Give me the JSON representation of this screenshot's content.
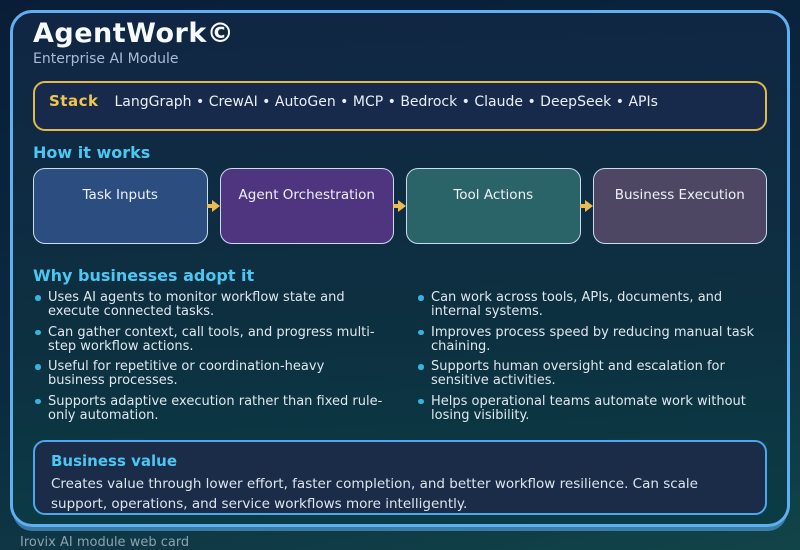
{
  "header": {
    "title": "AgentWork©",
    "subtitle": "Enterprise AI Module"
  },
  "stack": {
    "label": "Stack",
    "items": "LangGraph • CrewAI • AutoGen • MCP • Bedrock • Claude • DeepSeek • APIs"
  },
  "how_it_works": {
    "heading": "How it works",
    "steps": [
      {
        "label": "Task Inputs",
        "color": "#2b4d80"
      },
      {
        "label": "Agent Orchestration",
        "color": "#4f3580"
      },
      {
        "label": "Tool Actions",
        "color": "#2a6468"
      },
      {
        "label": "Business Execution",
        "color": "#4d4763"
      }
    ]
  },
  "why_adopt": {
    "heading": "Why businesses adopt it",
    "left_bullets": [
      "Uses AI agents to monitor workflow state and execute connected tasks.",
      "Can gather context, call tools, and progress multi-step workflow actions.",
      "Useful for repetitive or coordination-heavy business processes.",
      "Supports adaptive execution rather than fixed rule-only automation."
    ],
    "right_bullets": [
      "Can work across tools, APIs, documents, and internal systems.",
      "Improves process speed by reducing manual task chaining.",
      "Supports human oversight and escalation for sensitive activities.",
      "Helps operational teams automate work without losing visibility."
    ]
  },
  "business_value": {
    "heading": "Business value",
    "text": "Creates value through lower effort, faster completion, and better workflow resilience. Can scale support, operations, and service workflows more intelligently."
  },
  "footer": {
    "caption": "Irovix AI module web card"
  },
  "colors": {
    "card_border": "#5fb0f2",
    "stack_border": "#e3b94e",
    "gold": "#f0c64f",
    "heading_cyan": "#4cc7f2",
    "bullet_cyan": "#38b2e0",
    "arrow_gold": "#ecbc52",
    "value_border": "#4da6f0"
  }
}
